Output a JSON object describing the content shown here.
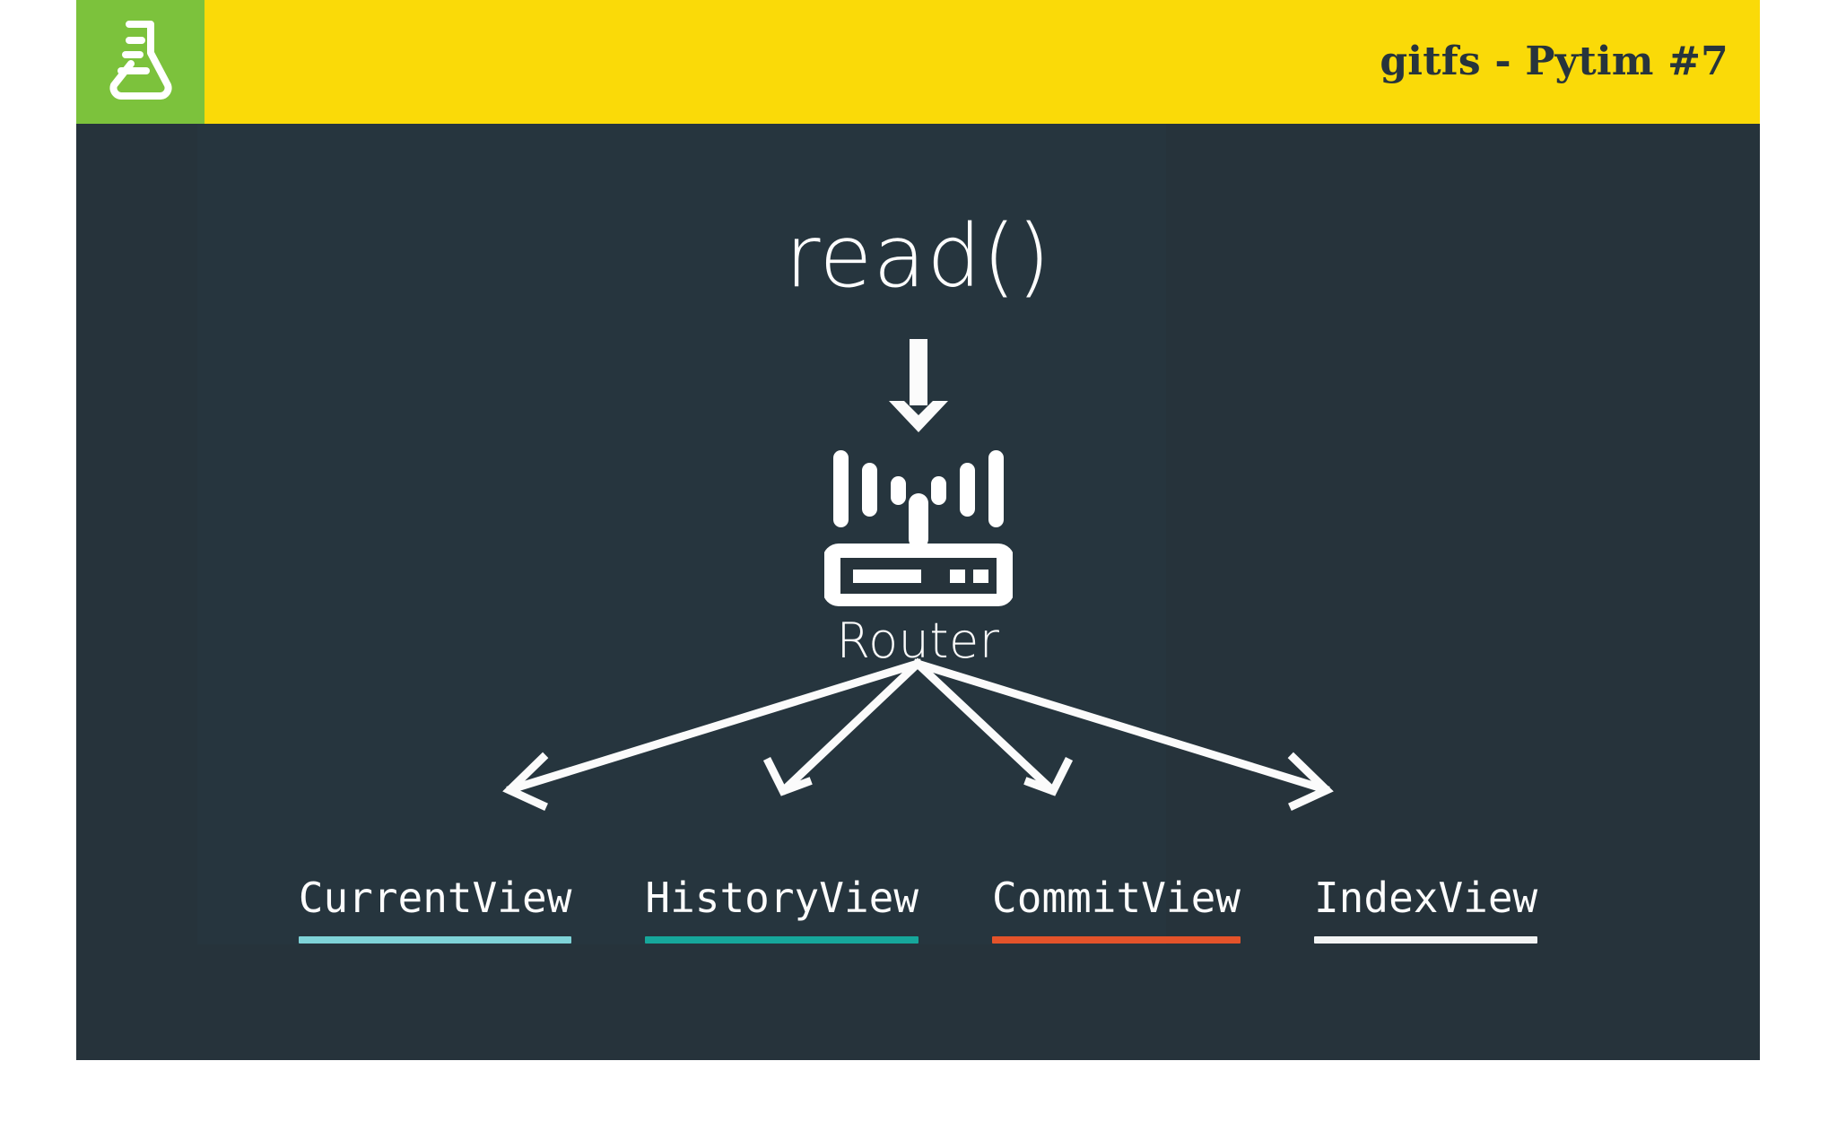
{
  "header": {
    "logo_icon": "flask-icon",
    "title": "gitfs - Pytim #7",
    "background_color": "#fada08",
    "logo_background_color": "#7cc23c",
    "title_color": "#27343c"
  },
  "slide": {
    "background_color": "#26333b",
    "diagram": {
      "entry_label": "read()",
      "entry_arrow_icon": "down-arrow-icon",
      "hub_icon": "router-icon",
      "hub_label": "Router",
      "fanout_arrow_icon": "branch-arrow-icon",
      "targets": [
        {
          "label": "CurrentView",
          "underline_color": "#7fd3d8"
        },
        {
          "label": "HistoryView",
          "underline_color": "#16a79b"
        },
        {
          "label": "CommitView",
          "underline_color": "#e4532a"
        },
        {
          "label": "IndexView",
          "underline_color": "#f2f4f4"
        }
      ]
    }
  }
}
